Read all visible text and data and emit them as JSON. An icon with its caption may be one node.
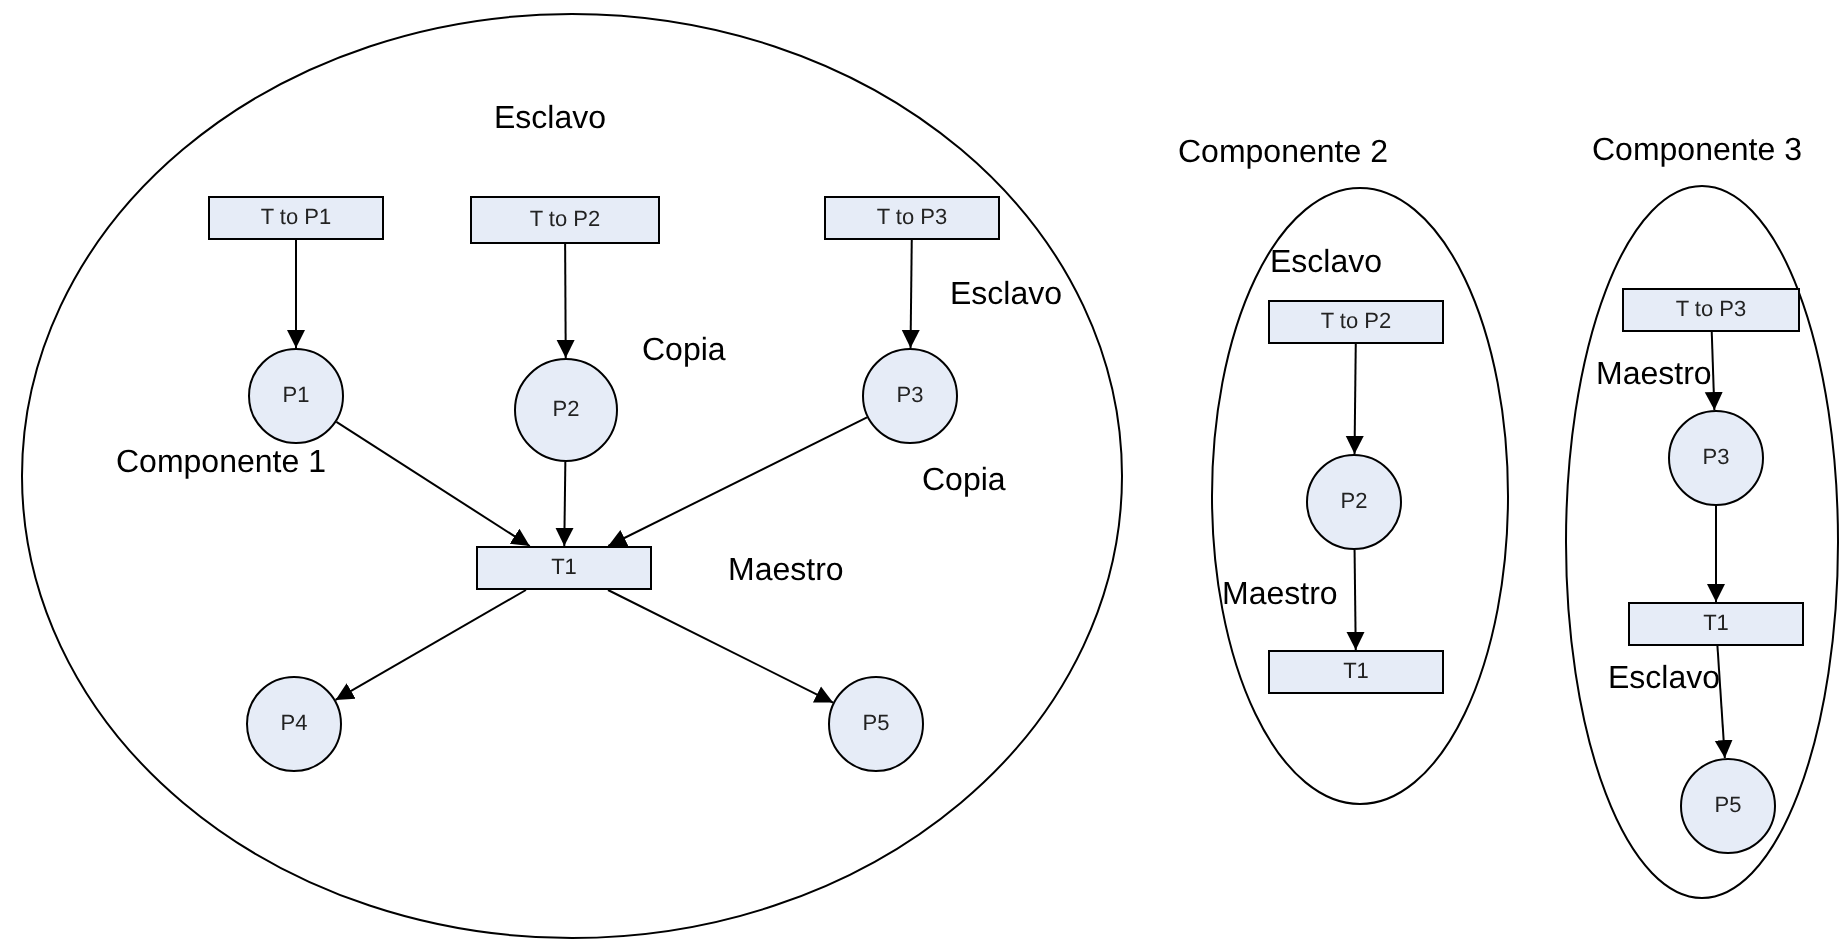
{
  "diagram": {
    "nodes": [
      {
        "text": [
          "Componente 1"
        ]
      },
      {
        "text": [
          "T to P1"
        ],
        "in": 0
      },
      {
        "text": [
          "T to P2"
        ],
        "in": 0
      },
      {
        "text": [
          "T to P3"
        ],
        "in": 0
      },
      {
        "text": [
          "P1"
        ],
        "in": 0
      },
      {
        "text": [
          "P2"
        ],
        "in": 0
      },
      {
        "text": [
          "P3"
        ],
        "in": 0
      },
      {
        "text": [
          "T1"
        ],
        "in": 0
      },
      {
        "text": [
          "P4"
        ],
        "in": 0
      },
      {
        "text": [
          "P5"
        ],
        "in": 0
      },
      {
        "text": [
          "Componente 2"
        ]
      },
      {
        "text": [
          "T to P2"
        ],
        "in": 10
      },
      {
        "text": [
          "P2"
        ],
        "in": 10
      },
      {
        "text": [
          "T1"
        ],
        "in": 10
      },
      {
        "text": [
          "Componente 3"
        ]
      },
      {
        "text": [
          "T to P3"
        ],
        "in": 14
      },
      {
        "text": [
          "P3"
        ],
        "in": 14
      },
      {
        "text": [
          "T1"
        ],
        "in": 14
      },
      {
        "text": [
          "P5"
        ],
        "in": 14
      }
    ],
    "edges": [
      {
        "from": 1,
        "to": 4,
        "arrow": "to"
      },
      {
        "from": 2,
        "to": 5,
        "arrow": "to"
      },
      {
        "from": 3,
        "to": 6,
        "arrow": "to"
      },
      {
        "from": 4,
        "to": 7,
        "arrow": "to"
      },
      {
        "from": 5,
        "to": 7,
        "arrow": "to"
      },
      {
        "from": 6,
        "to": 7,
        "arrow": "to"
      },
      {
        "from": 7,
        "to": 8,
        "arrow": "to"
      },
      {
        "from": 7,
        "to": 9,
        "arrow": "to"
      },
      {
        "from": 11,
        "to": 12,
        "arrow": "to"
      },
      {
        "from": 12,
        "to": 13,
        "arrow": "to"
      },
      {
        "from": 15,
        "to": 16,
        "arrow": "to"
      },
      {
        "from": 16,
        "to": 17,
        "arrow": "to"
      },
      {
        "from": 17,
        "to": 18,
        "arrow": "to"
      }
    ],
    "labels": [
      "Esclavo",
      "Esclavo",
      "Copia",
      "Copia",
      "Maestro",
      "Esclavo",
      "Maestro",
      "Maestro",
      "Esclavo"
    ]
  }
}
